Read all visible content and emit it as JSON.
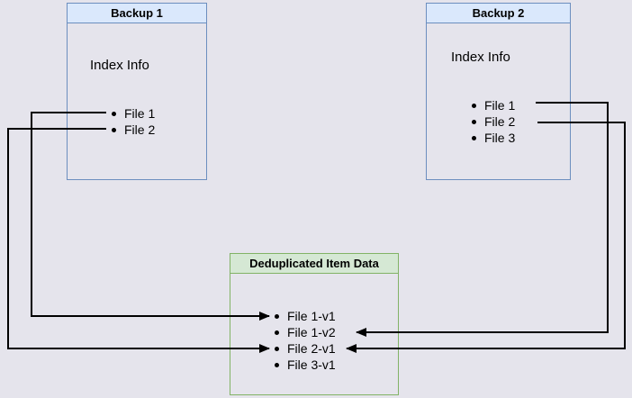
{
  "diagram": {
    "backup1": {
      "title": "Backup 1",
      "index_label": "Index Info",
      "files": [
        "File 1",
        "File 2"
      ]
    },
    "backup2": {
      "title": "Backup 2",
      "index_label": "Index Info",
      "files": [
        "File 1",
        "File 2",
        "File 3"
      ]
    },
    "dedup": {
      "title": "Deduplicated Item Data",
      "items": [
        "File 1-v1",
        "File 1-v2",
        "File 2-v1",
        "File 3-v1"
      ]
    },
    "connections": [
      {
        "from": "Backup 1 / File 1",
        "to": "File 1-v1",
        "enters": "left"
      },
      {
        "from": "Backup 1 / File 2",
        "to": "File 2-v1",
        "enters": "left"
      },
      {
        "from": "Backup 2 / File 1",
        "to": "File 1-v2",
        "enters": "right"
      },
      {
        "from": "Backup 2 / File 2",
        "to": "File 2-v1",
        "enters": "right"
      }
    ],
    "colors": {
      "background": "#e5e4ec",
      "box_border_blue": "#6c8ebf",
      "box_fill_blue": "#dae8fc",
      "box_border_green": "#82b366",
      "box_fill_green": "#d5e8d4",
      "arrow_color": "#000000"
    }
  }
}
